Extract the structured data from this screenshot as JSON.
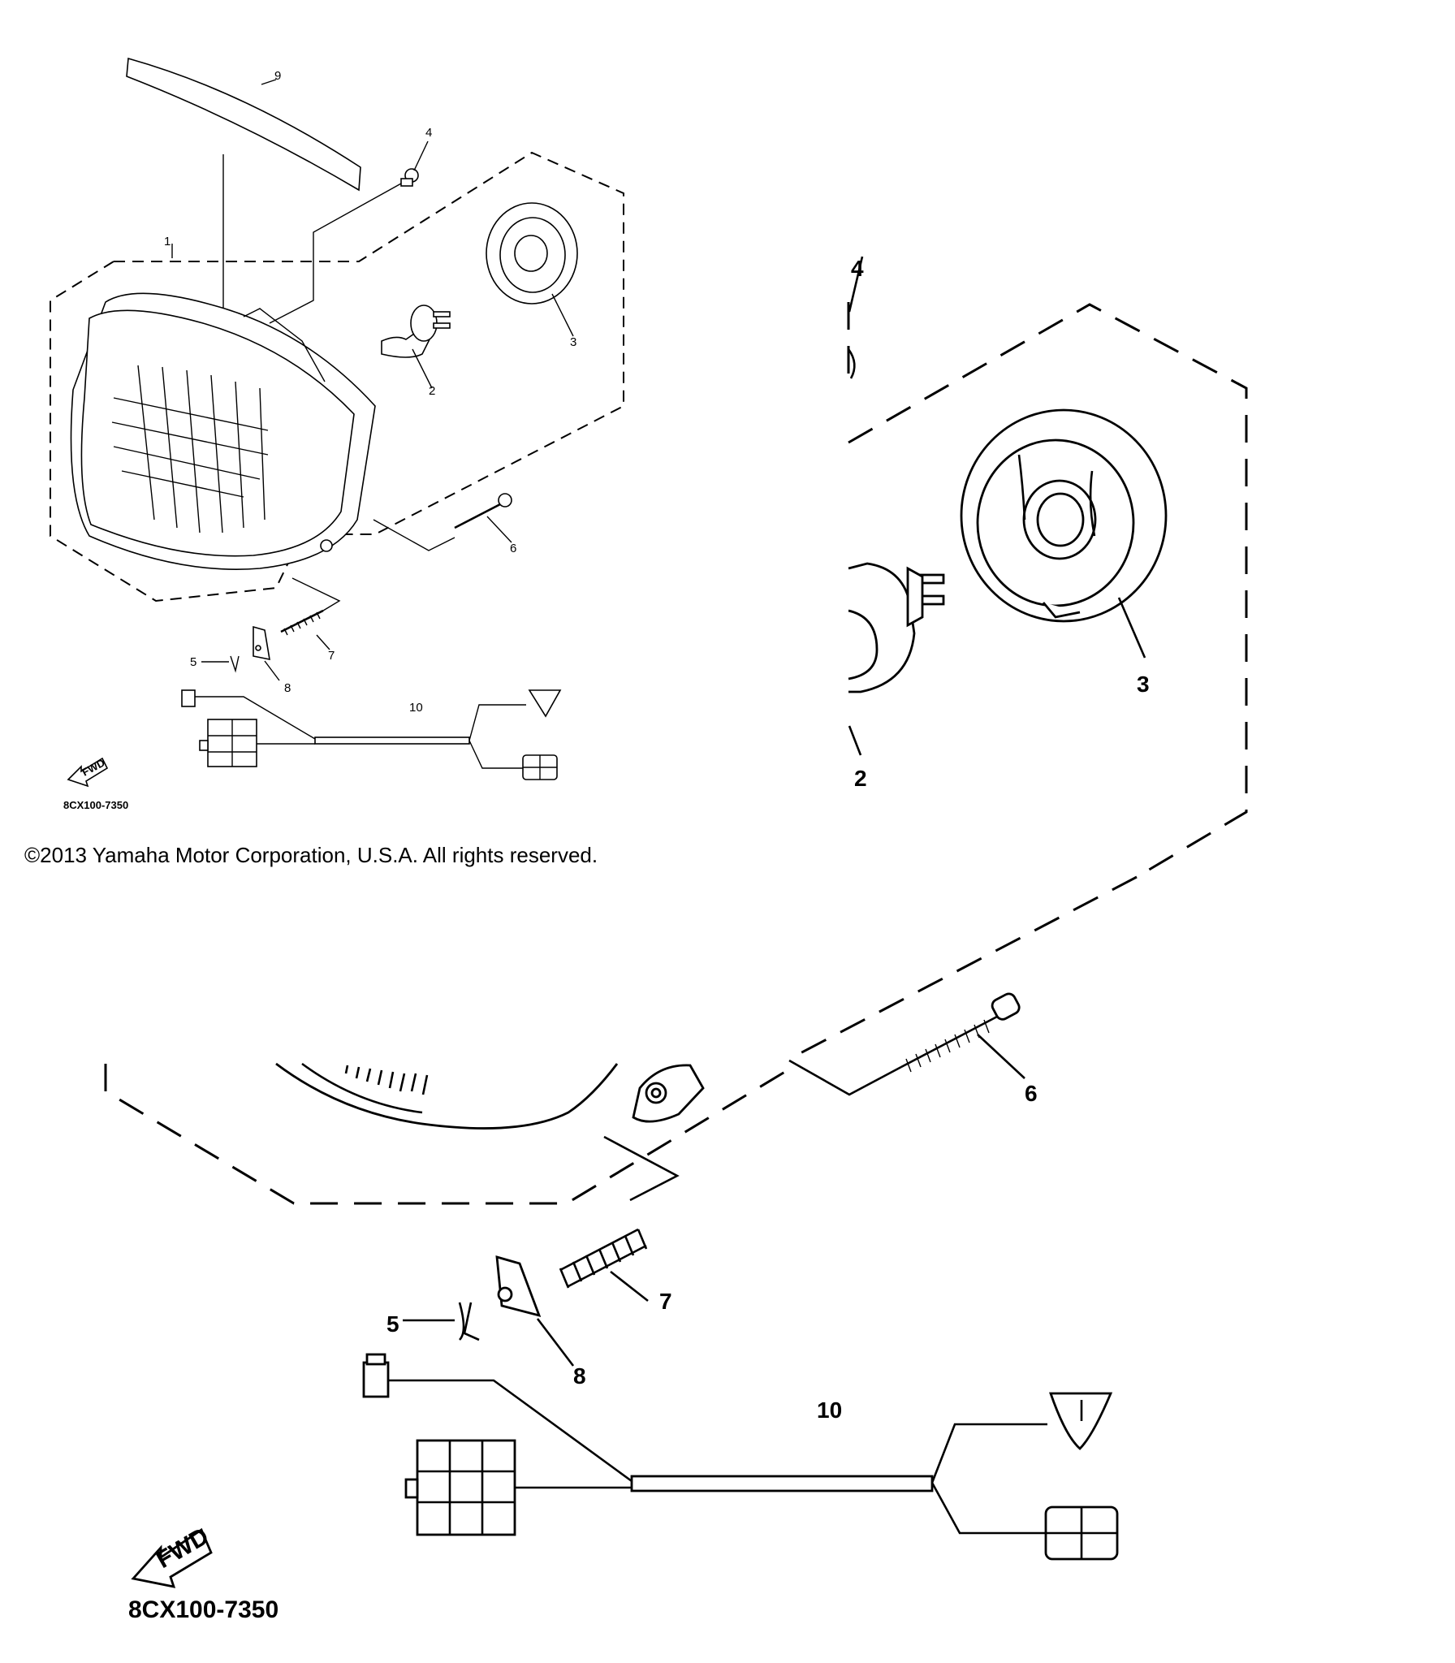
{
  "diagram": {
    "code": "8CX100-7350",
    "fwd_label": "FWD",
    "copyright": "©2013 Yamaha Motor Corporation, U.S.A. All rights reserved.",
    "callouts": [
      "1",
      "2",
      "3",
      "4",
      "5",
      "6",
      "7",
      "8",
      "9",
      "10"
    ],
    "zoom_top_callouts": [
      "4",
      "3",
      "2"
    ],
    "zoom_bottom_callouts": [
      "6",
      "7",
      "5",
      "8",
      "10"
    ]
  }
}
